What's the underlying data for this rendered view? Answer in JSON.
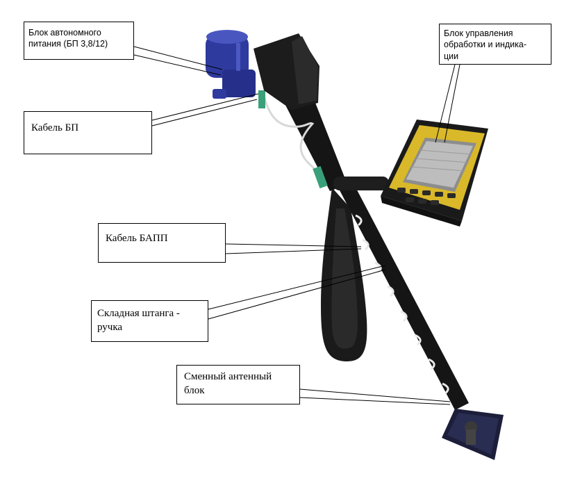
{
  "callouts": {
    "power_block": "Блок автономного\nпитания (БП 3,8/12)",
    "control_block": "Блок управления\nобработки и индика-\nции",
    "power_cable": "Кабель БП",
    "bapp_cable": "Кабель БАПП",
    "folding_rod": "Складная штанга -\nручка",
    "antenna_block": "Сменный антенный\nблок"
  },
  "colors": {
    "battery_blue": "#2e3a9e",
    "control_yellow": "#d9b82a",
    "rod_black": "#151515",
    "cable_white": "#e8e8e8"
  }
}
